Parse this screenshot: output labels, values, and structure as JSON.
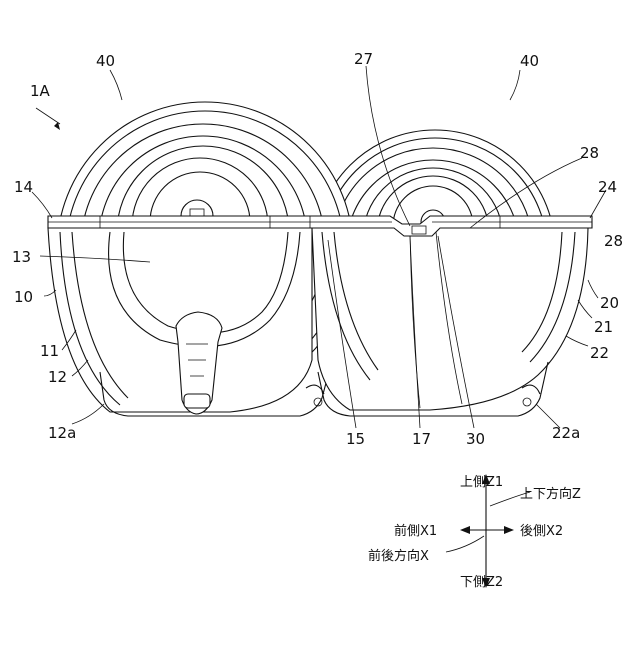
{
  "labels": {
    "assembly": "1A",
    "roll_cover_left": "40",
    "roll_cover_right": "40",
    "p27": "27",
    "p28_top": "28",
    "p28_right": "28",
    "p14": "14",
    "p24": "24",
    "p13": "13",
    "p10": "10",
    "p11": "11",
    "p12": "12",
    "p12a": "12a",
    "p15": "15",
    "p17": "17",
    "p30": "30",
    "p20": "20",
    "p21": "21",
    "p22": "22",
    "p22a": "22a"
  },
  "axes": {
    "up": "上側Z1",
    "vertical_direction": "上下方向Z",
    "front": "前側X1",
    "rear": "後側X2",
    "front_rear_direction": "前後方向X",
    "down": "下側Z2"
  }
}
